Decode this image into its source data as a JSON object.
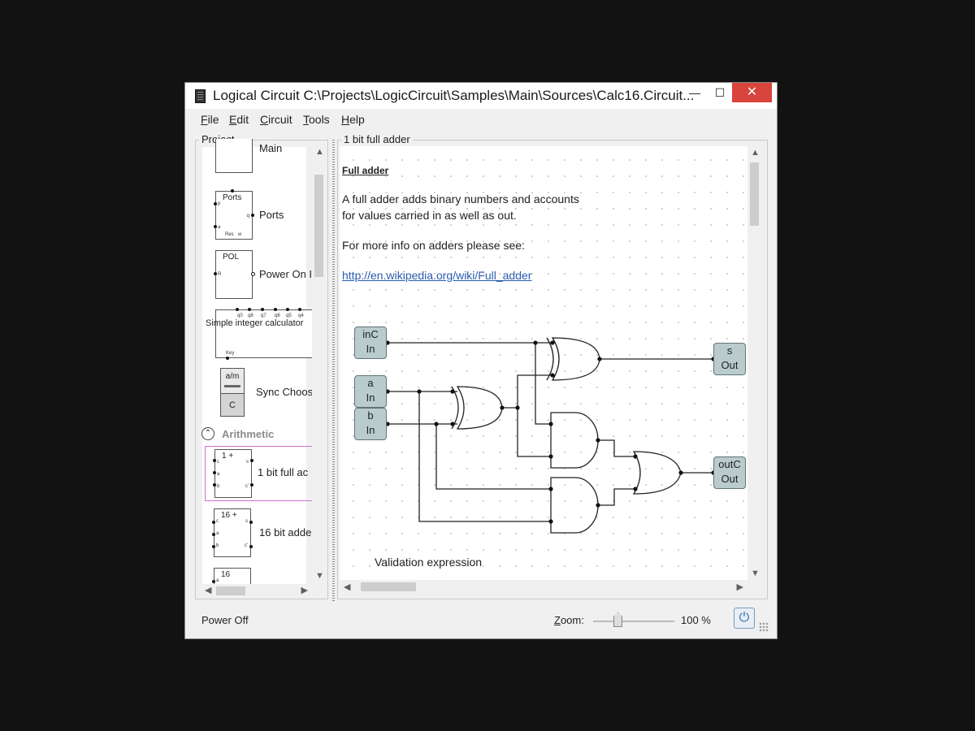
{
  "window": {
    "title": "Logical Circuit C:\\Projects\\LogicCircuit\\Samples\\Main\\Sources\\Calc16.Circuit...",
    "minimize_glyph": "—",
    "maximize_glyph": "☐",
    "close_glyph": "✕"
  },
  "menu": [
    {
      "accel": "F",
      "rest": "ile"
    },
    {
      "accel": "E",
      "rest": "dit"
    },
    {
      "accel": "C",
      "rest": "ircuit"
    },
    {
      "accel": "T",
      "rest": "ools"
    },
    {
      "accel": "H",
      "rest": "elp"
    }
  ],
  "project": {
    "header": "Project",
    "items": {
      "main": {
        "label": "Main"
      },
      "ports": {
        "label": "Ports",
        "symbol_title": "Ports",
        "pin_labels": [
          "p",
          "q",
          "a",
          "Res",
          "w"
        ]
      },
      "power_on": {
        "label": "Power On I",
        "symbol_title": "POL",
        "pin_label": "R"
      },
      "calculator": {
        "label": "Simple integer calculator",
        "pin_labels": [
          "q0",
          "q8",
          "q7",
          "q6",
          "q5",
          "q4"
        ],
        "key_label": "Key"
      },
      "sync_chooser": {
        "label": "Sync Choos",
        "top_label": "a/m",
        "bottom_label": "C"
      },
      "full_adder": {
        "label": "1 bit full ac",
        "symbol_title": "1 +",
        "pin_labels": [
          "c",
          "a",
          "b",
          "s",
          "c'"
        ]
      },
      "adder16": {
        "label": "16 bit adde",
        "symbol_title": "16 +",
        "pin_labels": [
          "c",
          "a",
          "b",
          "s",
          "c'"
        ]
      },
      "partial": {
        "symbol_title": "16",
        "pin_label": "a"
      }
    },
    "category": {
      "label": "Arithmetic",
      "icon": "chevron-up-icon"
    }
  },
  "canvas": {
    "header": "1 bit full adder",
    "heading": "Full adder",
    "description_line1": "A full adder adds binary numbers and accounts",
    "description_line2": "for values carried in as well as out.",
    "more_info": "For more info on adders please see:",
    "link": "http://en.wikipedia.org/wiki/Full_adder",
    "inputs": [
      {
        "name": "inC",
        "kind": "In"
      },
      {
        "name": "a",
        "kind": "In"
      },
      {
        "name": "b",
        "kind": "In"
      }
    ],
    "outputs": [
      {
        "name": "s",
        "kind": "Out"
      },
      {
        "name": "outC",
        "kind": "Out"
      }
    ],
    "gates": [
      "xor",
      "xor",
      "and",
      "and",
      "or"
    ],
    "validation": "Validation expression"
  },
  "status": {
    "power": "Power Off",
    "zoom_label": "Zoom:",
    "zoom_accel": "Z",
    "zoom_rest": "oom:",
    "zoom_value": "100 %",
    "zoom_level_percent": 100,
    "power_icon": "power-icon"
  },
  "colors": {
    "close_button": "#d9443c",
    "port_fill": "#b9cbcd",
    "selection_border": "#d070d0",
    "link": "#2a5db0",
    "category_label": "#8a8a8a"
  }
}
